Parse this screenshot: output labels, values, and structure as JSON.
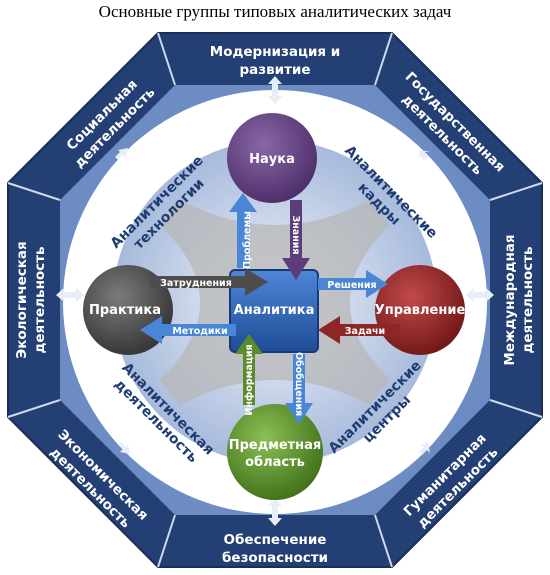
{
  "title": "Основные группы типовых аналитических задач",
  "sectors": {
    "top": [
      "Модернизация и",
      "развитие"
    ],
    "top_right": [
      "Государственная",
      "деятельность"
    ],
    "right": [
      "Международная",
      "деятельность"
    ],
    "bottom_right": [
      "Гуманитарная",
      "деятельность"
    ],
    "bottom": [
      "Обеспечение",
      "безопасности"
    ],
    "bottom_left": [
      "Экономическая",
      "деятельность"
    ],
    "left": [
      "Экологическая",
      "деятельность"
    ],
    "top_left": [
      "Социальная",
      "деятельность"
    ]
  },
  "ring": {
    "top_left": [
      "Аналитические",
      "технологии"
    ],
    "top_right": [
      "Аналитические",
      "кадры"
    ],
    "bottom_left": [
      "Аналитическая",
      "деятельность"
    ],
    "bottom_right": [
      "Аналитические",
      "центры"
    ]
  },
  "nodes": {
    "center": "Аналитика",
    "top": "Наука",
    "left": "Практика",
    "right": "Управление",
    "bottom": [
      "Предметная",
      "область"
    ]
  },
  "flows": {
    "top_up": "Проблемы",
    "top_down": "Знания",
    "left_in": "Затруднения",
    "left_out": "Методики",
    "right_out": "Решения",
    "right_in": "Задачи",
    "bottom_up": "Информация",
    "bottom_down": "Обобщения"
  },
  "colors": {
    "octagon_dark": "#243f73",
    "octagon_light": "#6d8cc3",
    "ring_bg": "#ffffff",
    "inner": "#bccbe4",
    "science": "#5c3d7a",
    "practice": "#4d4d4d",
    "management": "#8e2626",
    "subject": "#5c8b2c",
    "center": "#2d63b5",
    "arrow_blue": "#4a86d6"
  }
}
